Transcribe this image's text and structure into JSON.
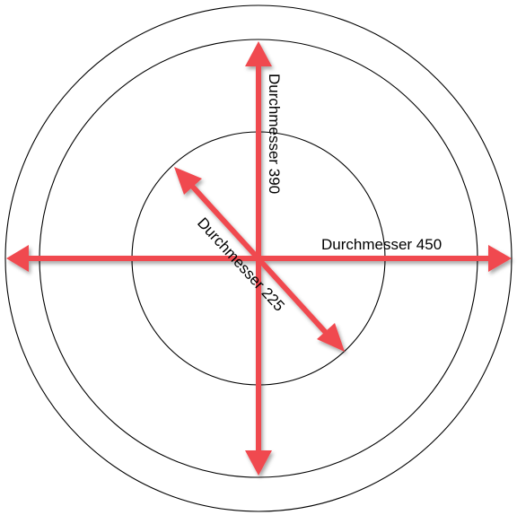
{
  "diagram": {
    "labels": {
      "d450": "Durchmesser 450",
      "d390": "Durchmesser 390",
      "d225": "Durchmesser 225"
    },
    "colors": {
      "arrow": "#f04a4f",
      "ring": "#000000",
      "background": "#ffffff"
    }
  }
}
